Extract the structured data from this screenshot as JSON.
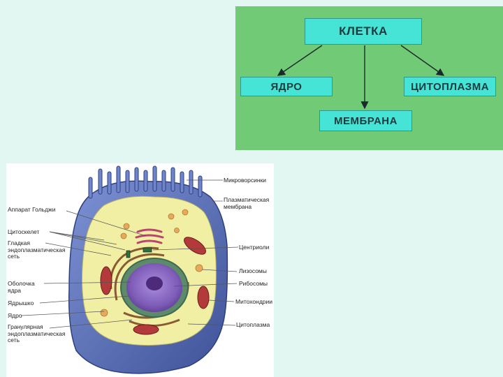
{
  "concept_map": {
    "root": "КЛЕТКА",
    "children": [
      {
        "label": "ЯДРО"
      },
      {
        "label": "МЕМБРАНА"
      },
      {
        "label": "ЦИТОПЛАЗМА"
      }
    ],
    "colors": {
      "panel": "#70ca76",
      "node": "#45e4d6",
      "text": "#1c3b3d"
    }
  },
  "cell_labels": {
    "left": [
      "Аппарат Гольджи",
      "Цитоскелет",
      "Гладкая\nэндоплазматическая\nсеть",
      "Оболочка\nядра",
      "Ядрышко",
      "Ядро",
      "Гранулярная\nэндоплазматическая\nсеть"
    ],
    "right": [
      "Микроворсинки",
      "Плазматическая\nмембрана",
      "Центриоли",
      "Лизосомы",
      "Рибосомы",
      "Митохондрии",
      "Цитоплазма"
    ]
  },
  "cell_colors": {
    "membrane": "#5670b8",
    "cytoplasm": "#f1efa3",
    "nucleus": "#8a6bc0",
    "mitochondria": "#b23a3a"
  }
}
